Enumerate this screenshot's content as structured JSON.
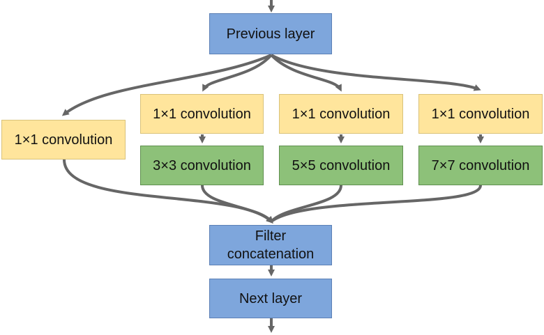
{
  "colors": {
    "blue": "#7ea6dc",
    "yellow": "#ffe59c",
    "green": "#8dc179",
    "arrow": "#666666"
  },
  "nodes": {
    "previous_layer": "Previous layer",
    "branch1_conv1x1": "1×1 convolution",
    "branch2_conv1x1": "1×1 convolution",
    "branch2_conv3x3": "3×3 convolution",
    "branch3_conv1x1": "1×1 convolution",
    "branch3_conv5x5": "5×5 convolution",
    "branch4_conv1x1": "1×1 convolution",
    "branch4_conv7x7": "7×7 convolution",
    "filter_concat_line1": "Filter",
    "filter_concat_line2": "concatenation",
    "next_layer": "Next layer"
  }
}
